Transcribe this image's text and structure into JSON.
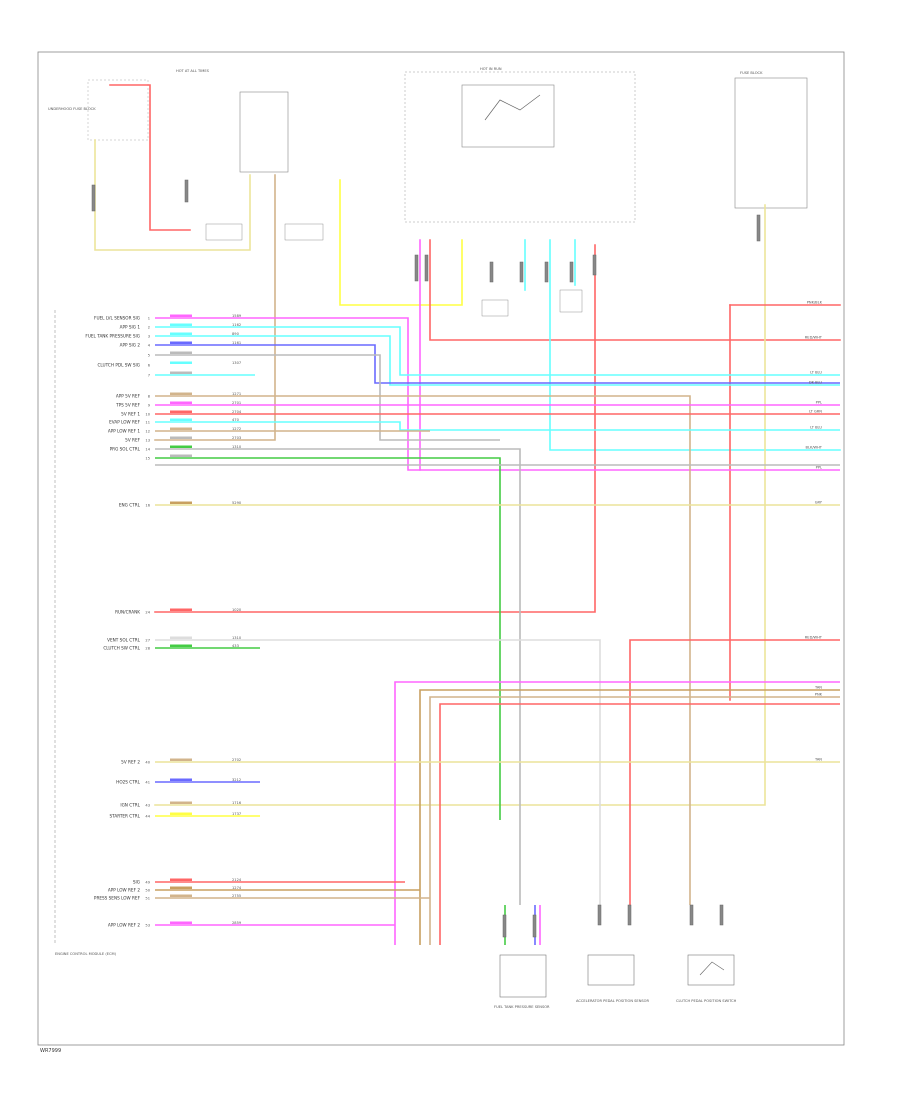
{
  "diagram": {
    "footer_code": "WR7999",
    "module_name": "ENGINE CONTROL MODULE (ECM)",
    "colors": {
      "pink": "#ff66ff",
      "red": "#ff6666",
      "yellow": "#ffff44",
      "tan": "#d2b48c",
      "lightblue": "#66ffff",
      "blue": "#6a6aff",
      "green": "#44cc44",
      "gray": "#bbbbbb",
      "orange": "#c8a060",
      "black": "#444444",
      "white": "#dddddd"
    },
    "top_components": [
      {
        "name": "HOT AT ALL TIMES",
        "id": "hot-all-times"
      },
      {
        "name": "UNDERHOOD FUSE BLOCK",
        "id": "underhood-fuse-block"
      },
      {
        "name": "HOT IN RUN",
        "id": "hot-in-run"
      },
      {
        "name": "FUSE BLOCK",
        "id": "fuse-block"
      }
    ],
    "bottom_components": [
      {
        "name": "FUEL TANK PRESSURE SENSOR",
        "id": "fuel-tank-pressure-sensor"
      },
      {
        "name": "ACCELERATOR PEDAL POSITION SENSOR",
        "id": "app-sensor"
      },
      {
        "name": "CLUTCH PEDAL POSITION SWITCH",
        "id": "clutch-pedal-switch"
      }
    ],
    "pins": [
      {
        "pin": "1",
        "label": "FUEL LVL SENSOR SIG",
        "color": "pink",
        "code": "1589"
      },
      {
        "pin": "2",
        "label": "APP SIG 1",
        "color": "lightblue",
        "code": "1162"
      },
      {
        "pin": "3",
        "label": "FUEL TANK PRESSURE SIG",
        "color": "lightblue",
        "code": "890"
      },
      {
        "pin": "4",
        "label": "APP SIG 2",
        "color": "blue",
        "code": "1161"
      },
      {
        "pin": "5",
        "label": "",
        "color": "gray",
        "code": ""
      },
      {
        "pin": "6",
        "label": "CLUTCH PDL SW SIG",
        "color": "lightblue",
        "code": "1307"
      },
      {
        "pin": "7",
        "label": "",
        "color": "gray",
        "code": ""
      },
      {
        "pin": "8",
        "label": "APP 5V REF",
        "color": "tan",
        "code": "1271"
      },
      {
        "pin": "9",
        "label": "TPS 5V REF",
        "color": "pink",
        "code": "2701"
      },
      {
        "pin": "10",
        "label": "5V REF 1",
        "color": "red",
        "code": "2704"
      },
      {
        "pin": "11",
        "label": "EVAP LOW REF",
        "color": "lightblue",
        "code": "470"
      },
      {
        "pin": "12",
        "label": "APP LOW REF 1",
        "color": "tan",
        "code": "1272"
      },
      {
        "pin": "13",
        "label": "5V REF",
        "color": "gray",
        "code": "2703"
      },
      {
        "pin": "14",
        "label": "PRG SOL CTRL",
        "color": "green",
        "code": "1310"
      },
      {
        "pin": "15",
        "label": "",
        "color": "gray",
        "code": ""
      },
      {
        "pin": "16",
        "label": "ENG CTRL",
        "color": "orange",
        "code": "5290"
      },
      {
        "pin": "24",
        "label": "RUN/CRANK",
        "color": "red",
        "code": "1020"
      },
      {
        "pin": "27",
        "label": "VENT SOL CTRL",
        "color": "white",
        "code": "1310"
      },
      {
        "pin": "28",
        "label": "CLUTCH SW CTRL",
        "color": "green",
        "code": "433"
      },
      {
        "pin": "40",
        "label": "5V REF 2",
        "color": "tan",
        "code": "2702"
      },
      {
        "pin": "41",
        "label": "HO2S CTRL",
        "color": "blue",
        "code": "3212"
      },
      {
        "pin": "43",
        "label": "IGN CTRL",
        "color": "tan",
        "code": "1716"
      },
      {
        "pin": "44",
        "label": "STARTER CTRL",
        "color": "yellow",
        "code": "1737"
      },
      {
        "pin": "49",
        "label": "SIG",
        "color": "red",
        "code": "2124"
      },
      {
        "pin": "50",
        "label": "APP LOW REF 2",
        "color": "orange",
        "code": "1274"
      },
      {
        "pin": "51",
        "label": "PRESS SENS LOW REF",
        "color": "tan",
        "code": "2755"
      },
      {
        "pin": "53",
        "label": "APP LOW REF 2",
        "color": "pink",
        "code": "2859"
      }
    ],
    "side_labels": [
      "PNK/BLK",
      "RED/WHT",
      "LT BLU",
      "DK BLU",
      "PPL",
      "LT GRN",
      "LT BLU",
      "BLK/WHT",
      "PPL",
      "GRY",
      "RED/WHT",
      "TAN",
      "PNK",
      "TAN"
    ]
  }
}
